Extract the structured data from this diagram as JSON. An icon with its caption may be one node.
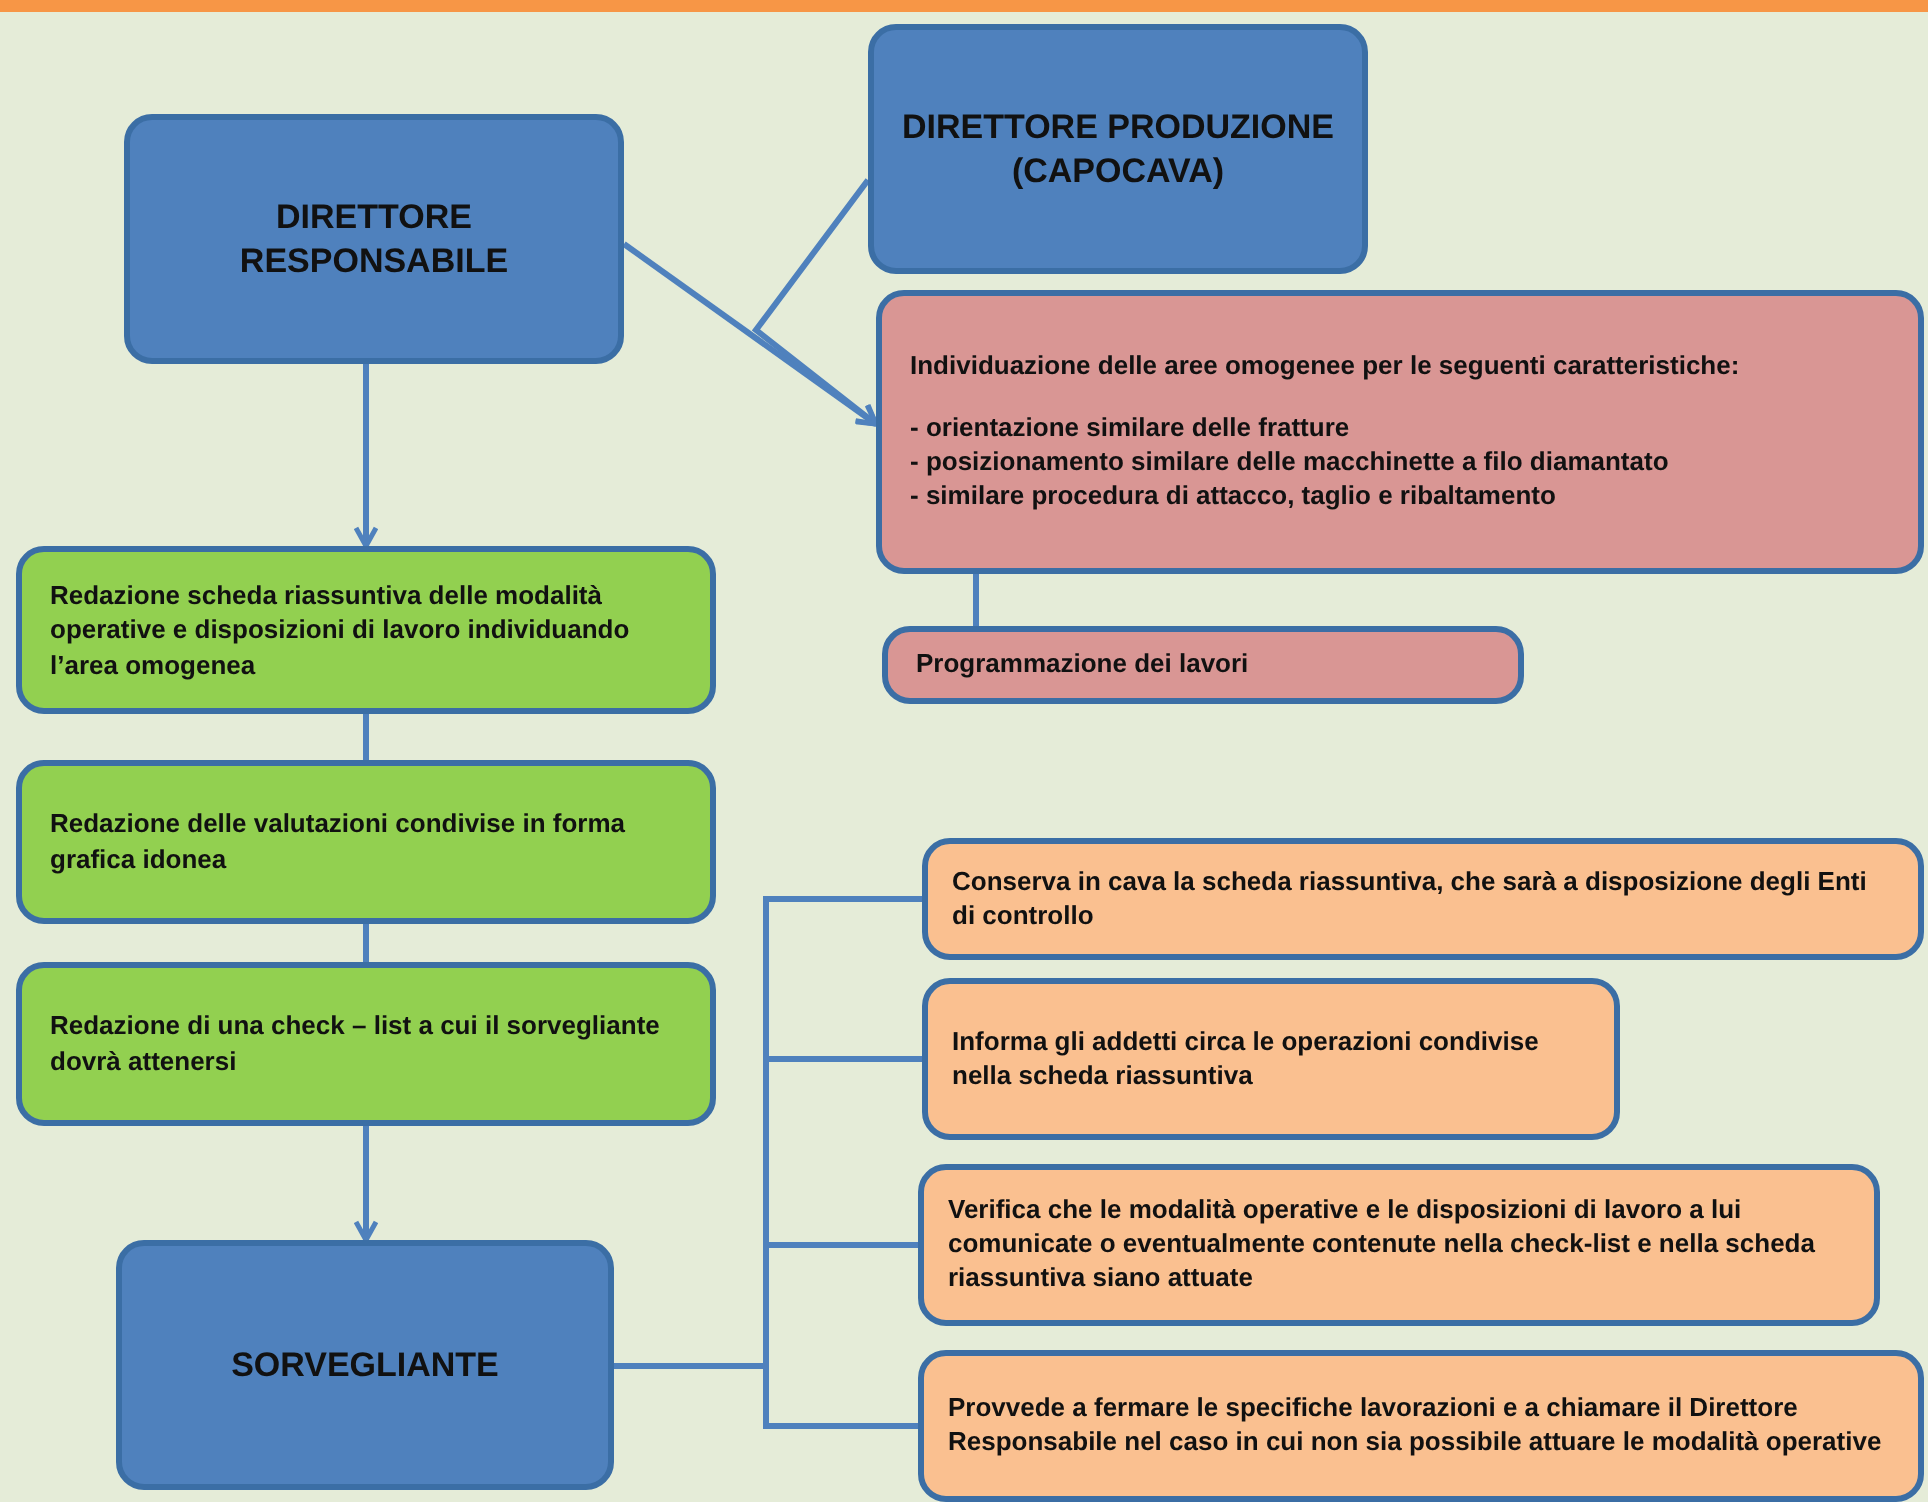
{
  "diagram": {
    "nodes": [
      {
        "text": [
          "DIRETTORE RESPONSABILE"
        ]
      },
      {
        "text": [
          "DIRETTORE PRODUZIONE (CAPOCAVA)"
        ]
      },
      {
        "text": [
          "Individuazione delle aree omogenee per le seguenti caratteristiche:",
          "- orientazione similare delle fratture",
          "- posizionamento similare delle macchinette a filo diamantato",
          "- similare procedura di attacco, taglio e ribaltamento"
        ]
      },
      {
        "text": [
          "Programmazione dei lavori"
        ]
      },
      {
        "text": [
          "Redazione scheda riassuntiva delle modalità operative e disposizioni di lavoro individuando l’area omogenea"
        ]
      },
      {
        "text": [
          "Redazione delle valutazioni condivise in forma grafica idonea"
        ]
      },
      {
        "text": [
          "Redazione di una check – list a cui il sorvegliante dovrà attenersi"
        ]
      },
      {
        "text": [
          "SORVEGLIANTE"
        ]
      },
      {
        "text": [
          "Conserva in cava la scheda riassuntiva, che sarà a disposizione degli Enti di controllo"
        ]
      },
      {
        "text": [
          "Informa gli addetti circa le operazioni condivise nella scheda riassuntiva"
        ]
      },
      {
        "text": [
          "Verifica che le modalità operative e le disposizioni di lavoro a lui comunicate o eventualmente contenute nella check-list e nella scheda riassuntiva siano attuate"
        ]
      },
      {
        "text": [
          "Provvede a fermare le specifiche lavorazioni e a chiamare il Direttore Responsabile nel caso in cui non sia possibile attuare le modalità operative"
        ]
      }
    ],
    "edges": [
      {
        "from": 0,
        "to": 2,
        "arrow": "to"
      },
      {
        "from": 1,
        "to": 2,
        "arrow": "to"
      },
      {
        "from": 0,
        "to": 4,
        "arrow": "to"
      },
      {
        "from": 2,
        "to": 3,
        "arrow": "none"
      },
      {
        "from": 4,
        "to": 5,
        "arrow": "none"
      },
      {
        "from": 5,
        "to": 6,
        "arrow": "none"
      },
      {
        "from": 6,
        "to": 7,
        "arrow": "to"
      },
      {
        "from": 7,
        "to": 8,
        "arrow": "none"
      },
      {
        "from": 7,
        "to": 9,
        "arrow": "none"
      },
      {
        "from": 7,
        "to": 10,
        "arrow": "none"
      },
      {
        "from": 7,
        "to": 11,
        "arrow": "none"
      }
    ]
  }
}
